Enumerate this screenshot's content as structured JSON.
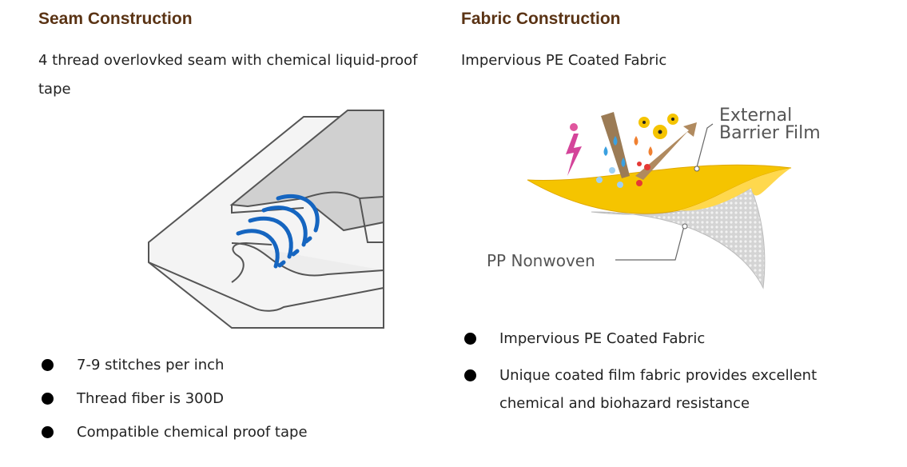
{
  "seam": {
    "heading": "Seam Construction",
    "description": "4 thread overlovked seam with chemical liquid-proof tape",
    "bullets": [
      "7-9 stitches per inch",
      "Thread fiber is 300D",
      "Compatible chemical proof tape"
    ]
  },
  "fabric": {
    "heading": "Fabric Construction",
    "description": "Impervious PE Coated Fabric",
    "diagram": {
      "label_external_line1": "External",
      "label_external_line2": "Barrier Film",
      "label_nonwoven": "PP Nonwoven"
    },
    "bullets": [
      "Impervious PE Coated Fabric",
      "Unique coated film fabric provides excellent chemical and biohazard resistance"
    ]
  },
  "colors": {
    "heading": "#5a3314",
    "barrier_film": "#f5c400",
    "thread": "#1565c0",
    "nonwoven": "#d8d8d8"
  }
}
